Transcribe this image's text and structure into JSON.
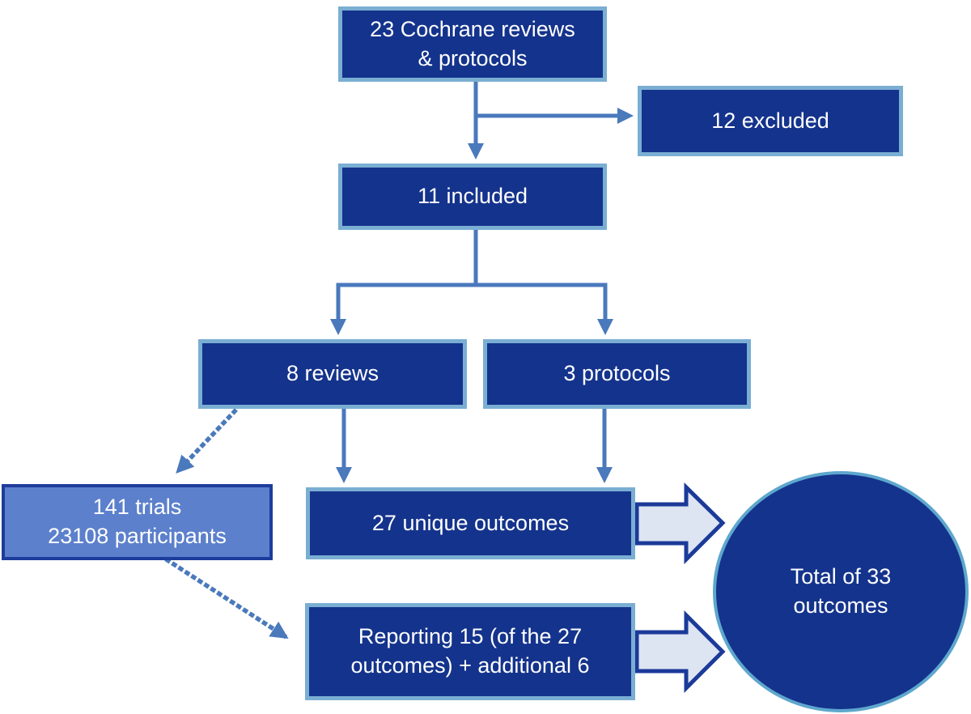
{
  "diagram_type": "flowchart",
  "colors": {
    "dark_box_fill": "#14338C",
    "dark_box_border": "#7AAED3",
    "light_box_fill": "#5C80CC",
    "light_box_border": "#1E3C9B",
    "circle_fill": "#14338C",
    "circle_border": "#5EA7CD",
    "connector": "#4A79BC",
    "block_arrow_fill": "#DDE4F2",
    "block_arrow_border": "#1B3A99",
    "text": "#FFFFFF",
    "background": "#FFFFFF"
  },
  "nodes": {
    "cochrane": {
      "label": "23 Cochrane reviews\n& protocols"
    },
    "excluded": {
      "label": "12 excluded"
    },
    "included": {
      "label": "11 included"
    },
    "reviews": {
      "label": "8 reviews"
    },
    "protocols": {
      "label": "3 protocols"
    },
    "trials": {
      "label": "141 trials\n23108 participants"
    },
    "unique_outcomes": {
      "label": "27 unique outcomes"
    },
    "reporting": {
      "label": "Reporting 15 (of the 27\noutcomes) + additional 6"
    },
    "total_outcomes": {
      "label": "Total of 33\noutcomes"
    }
  },
  "edges": [
    {
      "from": "cochrane",
      "to": "excluded",
      "style": "solid-arrow"
    },
    {
      "from": "cochrane",
      "to": "included",
      "style": "solid-arrow"
    },
    {
      "from": "included",
      "to": "reviews",
      "style": "solid-arrow"
    },
    {
      "from": "included",
      "to": "protocols",
      "style": "solid-arrow"
    },
    {
      "from": "reviews",
      "to": "trials",
      "style": "dotted-arrow"
    },
    {
      "from": "reviews",
      "to": "unique_outcomes",
      "style": "solid-arrow"
    },
    {
      "from": "protocols",
      "to": "unique_outcomes",
      "style": "solid-arrow"
    },
    {
      "from": "trials",
      "to": "reporting",
      "style": "dotted-arrow"
    },
    {
      "from": "unique_outcomes",
      "to": "total_outcomes",
      "style": "block-arrow"
    },
    {
      "from": "reporting",
      "to": "total_outcomes",
      "style": "block-arrow"
    }
  ]
}
